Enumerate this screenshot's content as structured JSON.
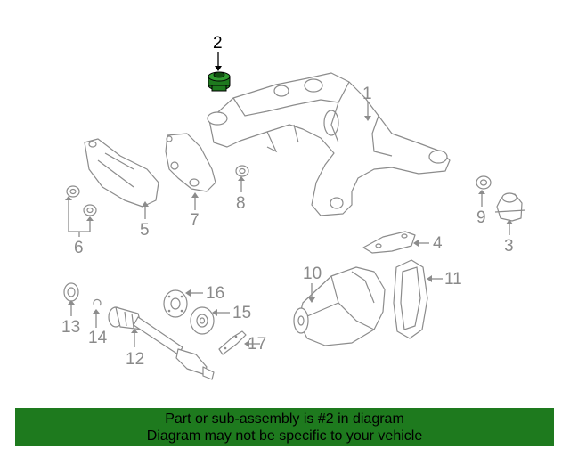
{
  "callouts": {
    "c1": "1",
    "c2": "2",
    "c3": "3",
    "c4": "4",
    "c5": "5",
    "c6": "6",
    "c7": "7",
    "c8": "8",
    "c9": "9",
    "c10": "10",
    "c11": "11",
    "c12": "12",
    "c13": "13",
    "c14": "14",
    "c15": "15",
    "c16": "16",
    "c17": "17"
  },
  "highlighted_part": "2",
  "colors": {
    "highlight_green": "#1e7a1e",
    "line_gray": "#8c8c8c"
  },
  "banner": {
    "line1": "Part or sub-assembly is #2 in diagram",
    "line2": "Diagram may not be specific to your vehicle"
  }
}
